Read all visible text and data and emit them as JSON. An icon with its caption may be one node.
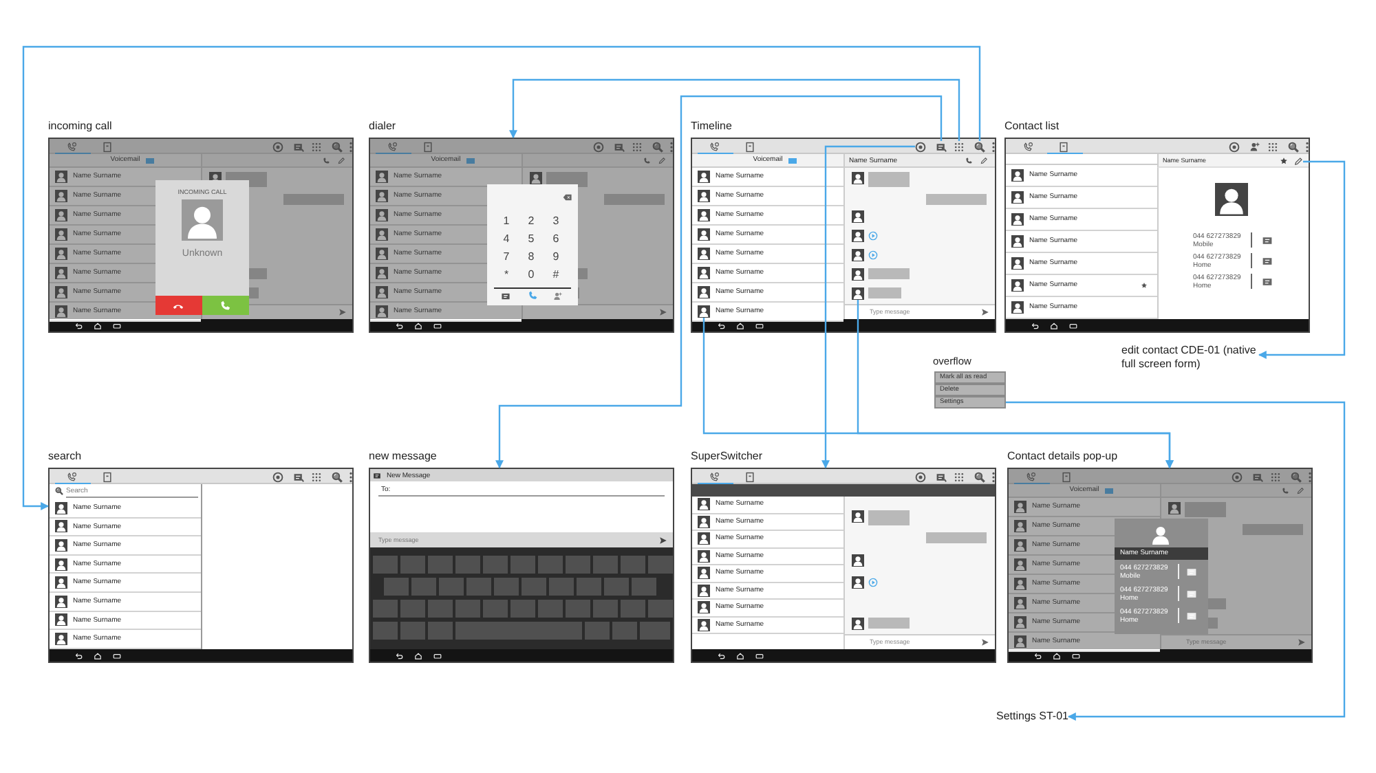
{
  "diagram": {
    "nodes": [
      {
        "text": [
          "incoming call"
        ]
      },
      {
        "text": [
          "dialer"
        ]
      },
      {
        "text": [
          "Timeline"
        ]
      },
      {
        "text": [],
        "shape": "picture",
        "in": 2
      },
      {
        "text": [],
        "shape": "picture",
        "in": 2
      },
      {
        "text": [],
        "shape": "picture",
        "in": 2
      },
      {
        "text": [],
        "shape": "picture",
        "in": 2
      },
      {
        "text": [],
        "shape": "picture",
        "in": 2
      },
      {
        "text": [],
        "shape": "picture",
        "in": 2
      },
      {
        "text": [
          "Contact list"
        ]
      },
      {
        "text": [],
        "shape": "picture",
        "in": 9
      },
      {
        "text": [
          "edit contact CDE-01 (native full screen form)"
        ]
      },
      {
        "text": [
          "overflow"
        ]
      },
      {
        "text": [
          "Mark all as read"
        ],
        "in": 12
      },
      {
        "text": [
          "Delete"
        ],
        "in": 12
      },
      {
        "text": [
          "Settings"
        ],
        "in": 12
      },
      {
        "text": [
          "search"
        ]
      },
      {
        "text": [
          "new message"
        ]
      },
      {
        "text": [
          "SuperSwitcher"
        ]
      },
      {
        "text": [
          "Contact details pop-up"
        ]
      },
      {
        "text": [
          "Settings ST-01"
        ]
      }
    ],
    "edges": [
      {
        "from": 6,
        "to": 16,
        "arrow": "to"
      },
      {
        "from": 5,
        "to": 1,
        "arrow": "to"
      },
      {
        "from": 4,
        "to": 17,
        "arrow": "to"
      },
      {
        "from": 3,
        "to": 18,
        "arrow": "to"
      },
      {
        "from": 7,
        "to": 19,
        "arrow": "to"
      },
      {
        "from": 8,
        "to": 19,
        "arrow": "to"
      },
      {
        "from": 10,
        "to": 11,
        "arrow": "to"
      },
      {
        "from": 15,
        "to": 20,
        "arrow": "to"
      }
    ],
    "labels": [
      "Voicemail",
      "Name Surname",
      "Name Surname",
      "Name Surname",
      "Name Surname",
      "Name Surname",
      "Name Surname",
      "Name Surname",
      "Name Surname",
      "INCOMING CALL",
      "Unknown",
      "Voicemail",
      "Name Surname",
      "Name Surname",
      "Name Surname",
      "Name Surname",
      "Name Surname",
      "Name Surname",
      "Name Surname",
      "Name Surname",
      "1",
      "2",
      "3",
      "4",
      "5",
      "6",
      "7",
      "8",
      "9",
      "*",
      "0",
      "#",
      "Voicemail",
      "Name Surname",
      "Name Surname",
      "Name Surname",
      "Name Surname",
      "Name Surname",
      "Name Surname",
      "Name Surname",
      "Name Surname",
      "Name Surname",
      "Type message",
      "Name Surname",
      "Name Surname",
      "Name Surname",
      "Name Surname",
      "Name Surname",
      "Name Surname",
      "Name Surname",
      "Name Surname",
      "044 627273829",
      "Mobile",
      "044 627273829",
      "Home",
      "044 627273829",
      "Home",
      "Search",
      "Name Surname",
      "Name Surname",
      "Name Surname",
      "Name Surname",
      "Name Surname",
      "Name Surname",
      "Name Surname",
      "Name Surname",
      "New Message",
      "To:",
      "Type message",
      "Name Surname",
      "Name Surname",
      "Name Surname",
      "Name Surname",
      "Name Surname",
      "Name Surname",
      "Name Surname",
      "Name Surname",
      "Type message",
      "Voicemail",
      "Name Surname",
      "Name Surname",
      "Name Surname",
      "Name Surname",
      "Name Surname",
      "Name Surname",
      "Name Surname",
      "Name Surname",
      "Type message",
      "Name Surname",
      "044 627273829",
      "Mobile",
      "044 627273829",
      "Home",
      "044 627273829",
      "Home"
    ]
  }
}
